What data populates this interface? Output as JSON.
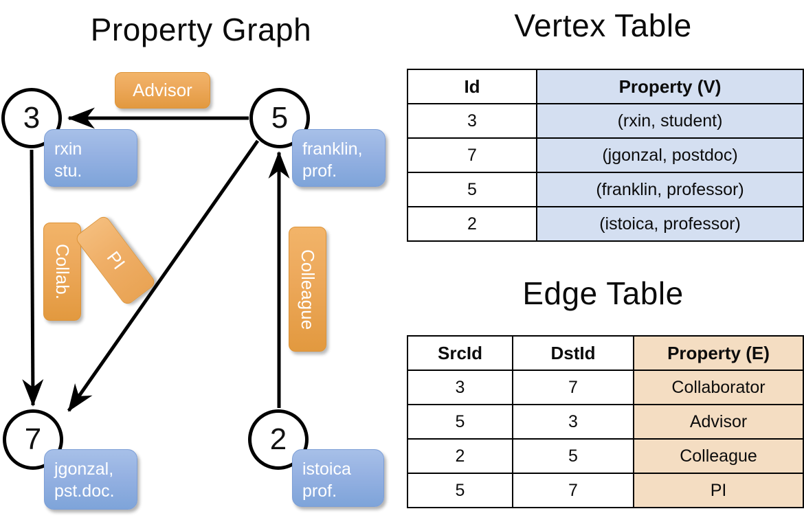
{
  "titles": {
    "graph": "Property Graph",
    "vertex_table": "Vertex Table",
    "edge_table": "Edge Table"
  },
  "graph": {
    "nodes": [
      {
        "id": "3",
        "property_label": "rxin\nstu."
      },
      {
        "id": "5",
        "property_label": "franklin,\nprof."
      },
      {
        "id": "7",
        "property_label": "jgonzal,\npst.doc."
      },
      {
        "id": "2",
        "property_label": "istoica\nprof."
      }
    ],
    "node_labels": {
      "n3": "3",
      "n5": "5",
      "n7": "7",
      "n2": "2"
    },
    "bubbles": {
      "rxin_line1": "rxin",
      "rxin_line2": "stu.",
      "franklin_line1": "franklin,",
      "franklin_line2": "prof.",
      "jgonzal_line1": "jgonzal,",
      "jgonzal_line2": "pst.doc.",
      "istoica_line1": "istoica",
      "istoica_line2": "prof."
    },
    "edge_labels": {
      "advisor": "Advisor",
      "collab": "Collab.",
      "pi": "PI",
      "colleague": "Colleague"
    },
    "colors": {
      "vertex_bubble": "#8fabdf",
      "edge_label": "#eda95c",
      "stroke": "#000000"
    }
  },
  "vertex_table": {
    "headers": [
      "Id",
      "Property (V)"
    ],
    "rows": [
      {
        "id": "3",
        "property": "(rxin, student)"
      },
      {
        "id": "7",
        "property": "(jgonzal, postdoc)"
      },
      {
        "id": "5",
        "property": "(franklin, professor)"
      },
      {
        "id": "2",
        "property": "(istoica, professor)"
      }
    ],
    "accent": "#d4dff1"
  },
  "edge_table": {
    "headers": [
      "SrcId",
      "DstId",
      "Property (E)"
    ],
    "rows": [
      {
        "src": "3",
        "dst": "7",
        "property": "Collaborator"
      },
      {
        "src": "5",
        "dst": "3",
        "property": "Advisor"
      },
      {
        "src": "2",
        "dst": "5",
        "property": "Colleague"
      },
      {
        "src": "5",
        "dst": "7",
        "property": "PI"
      }
    ],
    "accent": "#f4ddc2"
  },
  "chart_data": {
    "type": "diagram",
    "title": "Property Graph",
    "nodes": [
      {
        "id": 3,
        "name": "rxin",
        "role": "student"
      },
      {
        "id": 7,
        "name": "jgonzal",
        "role": "postdoc"
      },
      {
        "id": 5,
        "name": "franklin",
        "role": "professor"
      },
      {
        "id": 2,
        "name": "istoica",
        "role": "professor"
      }
    ],
    "edges": [
      {
        "src": 3,
        "dst": 7,
        "label": "Collaborator"
      },
      {
        "src": 5,
        "dst": 3,
        "label": "Advisor"
      },
      {
        "src": 2,
        "dst": 5,
        "label": "Colleague"
      },
      {
        "src": 5,
        "dst": 7,
        "label": "PI"
      }
    ]
  }
}
